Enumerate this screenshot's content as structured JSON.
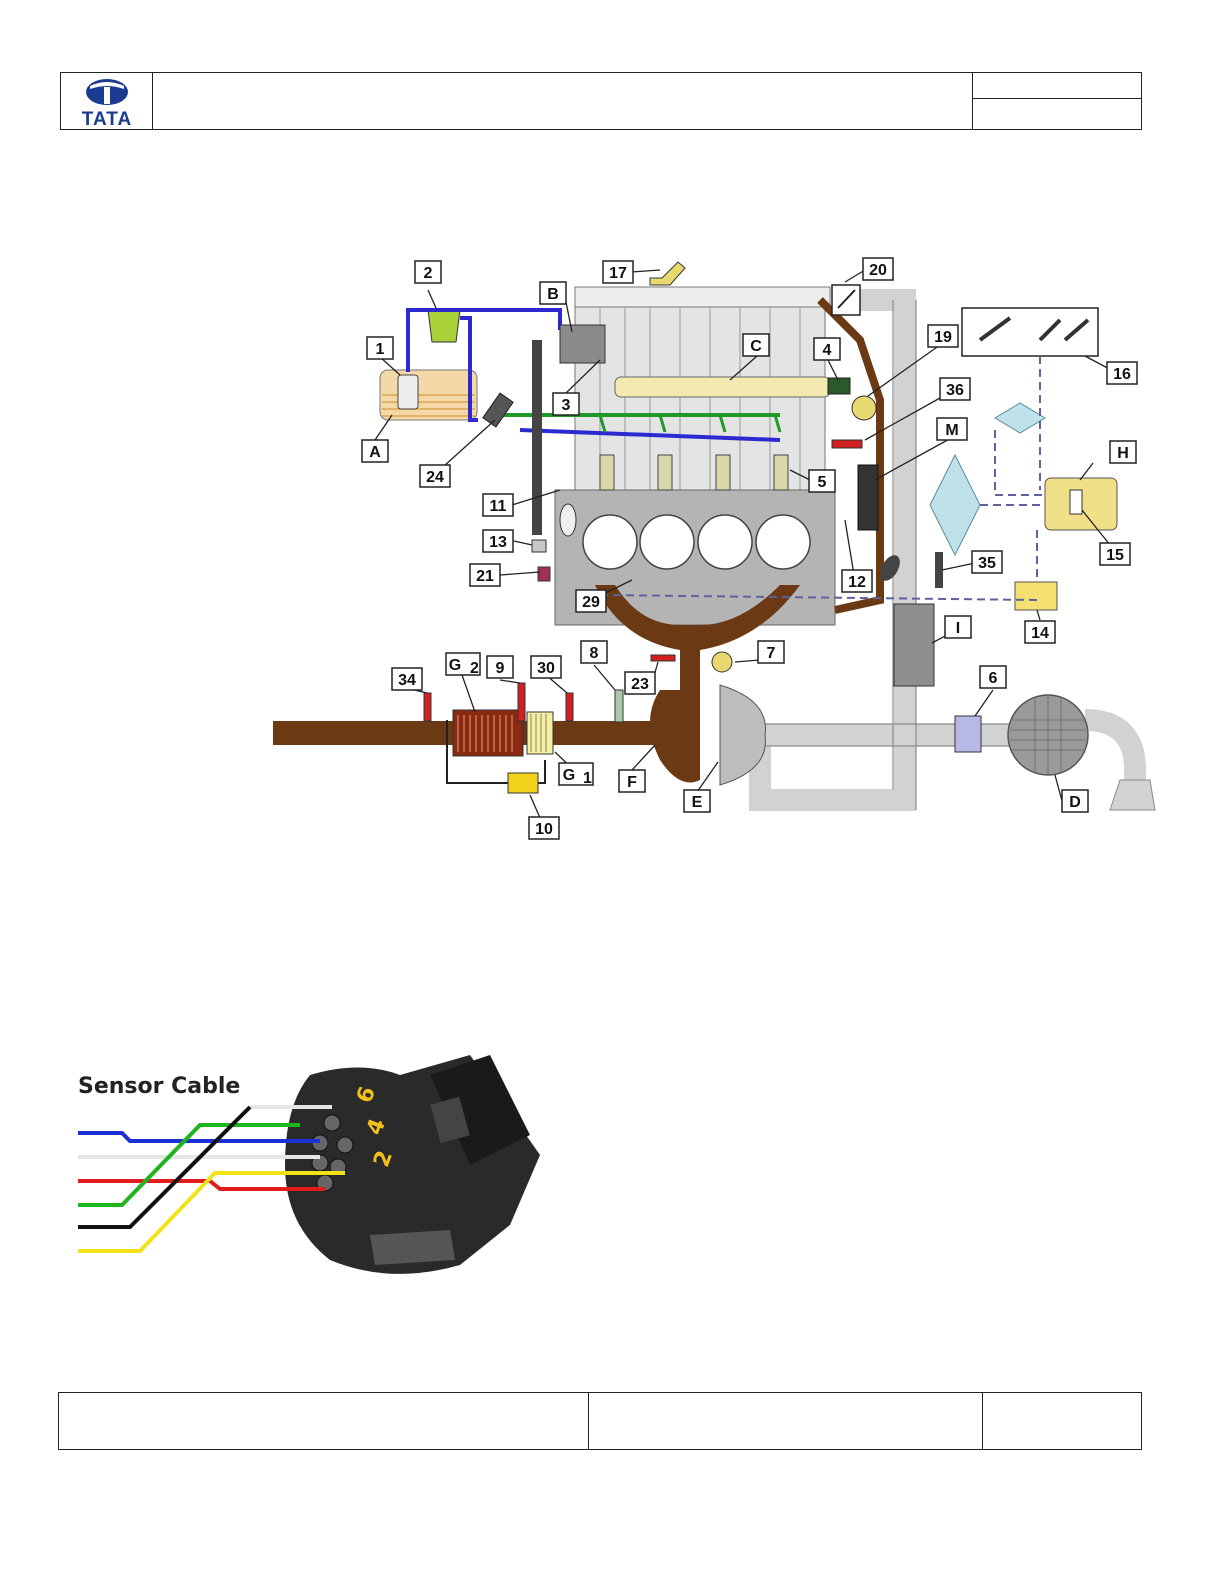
{
  "header": {
    "logo_text": "TATA"
  },
  "diagram": {
    "labels": [
      {
        "id": "A",
        "text": "A"
      },
      {
        "id": "B",
        "text": "B"
      },
      {
        "id": "C",
        "text": "C"
      },
      {
        "id": "D",
        "text": "D"
      },
      {
        "id": "E",
        "text": "E"
      },
      {
        "id": "F",
        "text": "F"
      },
      {
        "id": "G2",
        "text": "G",
        "sub": "2"
      },
      {
        "id": "G1",
        "text": "G",
        "sub": "1"
      },
      {
        "id": "H",
        "text": "H"
      },
      {
        "id": "I",
        "text": "I"
      },
      {
        "id": "M",
        "text": "M"
      },
      {
        "id": "1",
        "text": "1"
      },
      {
        "id": "2",
        "text": "2"
      },
      {
        "id": "3",
        "text": "3"
      },
      {
        "id": "4",
        "text": "4"
      },
      {
        "id": "5",
        "text": "5"
      },
      {
        "id": "6",
        "text": "6"
      },
      {
        "id": "7",
        "text": "7"
      },
      {
        "id": "8",
        "text": "8"
      },
      {
        "id": "9",
        "text": "9"
      },
      {
        "id": "10",
        "text": "10"
      },
      {
        "id": "11",
        "text": "11"
      },
      {
        "id": "12",
        "text": "12"
      },
      {
        "id": "13",
        "text": "13"
      },
      {
        "id": "14",
        "text": "14"
      },
      {
        "id": "15",
        "text": "15"
      },
      {
        "id": "16",
        "text": "16"
      },
      {
        "id": "17",
        "text": "17"
      },
      {
        "id": "19",
        "text": "19"
      },
      {
        "id": "20",
        "text": "20"
      },
      {
        "id": "21",
        "text": "21"
      },
      {
        "id": "23",
        "text": "23"
      },
      {
        "id": "24",
        "text": "24"
      },
      {
        "id": "29",
        "text": "29"
      },
      {
        "id": "30",
        "text": "30"
      },
      {
        "id": "34",
        "text": "34"
      },
      {
        "id": "35",
        "text": "35"
      },
      {
        "id": "36",
        "text": "36"
      }
    ]
  },
  "sensor": {
    "title": "Sensor Cable",
    "pin_numbers": [
      "6",
      "4",
      "2"
    ],
    "wire_colors": [
      "#1f2fd6",
      "#e6e6e6",
      "#e01c1c",
      "#1fb51f",
      "#111111",
      "#f2e21a"
    ]
  },
  "colors": {
    "fuel_supply": "#2a2ad0",
    "fuel_return": "#1f9a2a",
    "exhaust": "#6b3a14",
    "intake": "#cfcfcf",
    "brand": "#1a3b8f"
  }
}
